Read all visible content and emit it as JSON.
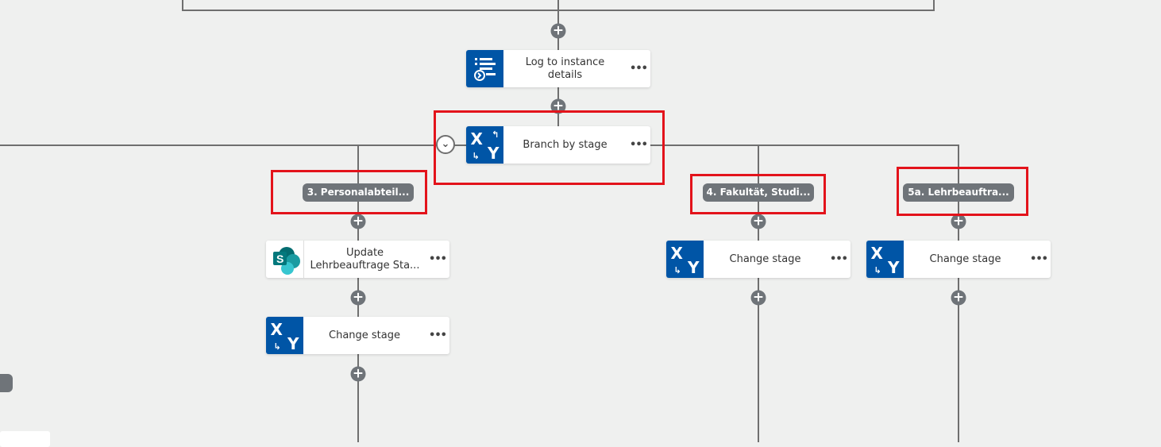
{
  "nodes": {
    "log": {
      "title": "Log to instance details",
      "icon": "log-icon"
    },
    "branch": {
      "title": "Branch by stage",
      "icon": "branch-icon"
    },
    "update": {
      "title": "Update Lehrbeauftrage Sta...",
      "icon": "sharepoint-icon"
    },
    "change1": {
      "title": "Change stage",
      "icon": "change-stage-icon"
    },
    "change2": {
      "title": "Change stage",
      "icon": "change-stage-icon"
    },
    "change3": {
      "title": "Change stage",
      "icon": "change-stage-icon"
    }
  },
  "branches": [
    "3. Personalabteil...",
    "4. Fakultät, Studi...",
    "5a. Lehrbeauftra..."
  ],
  "more": "•••",
  "plus": "+",
  "colors": {
    "accent": "#0055a6",
    "highlight": "#e3131b",
    "connector": "#6f7479"
  }
}
